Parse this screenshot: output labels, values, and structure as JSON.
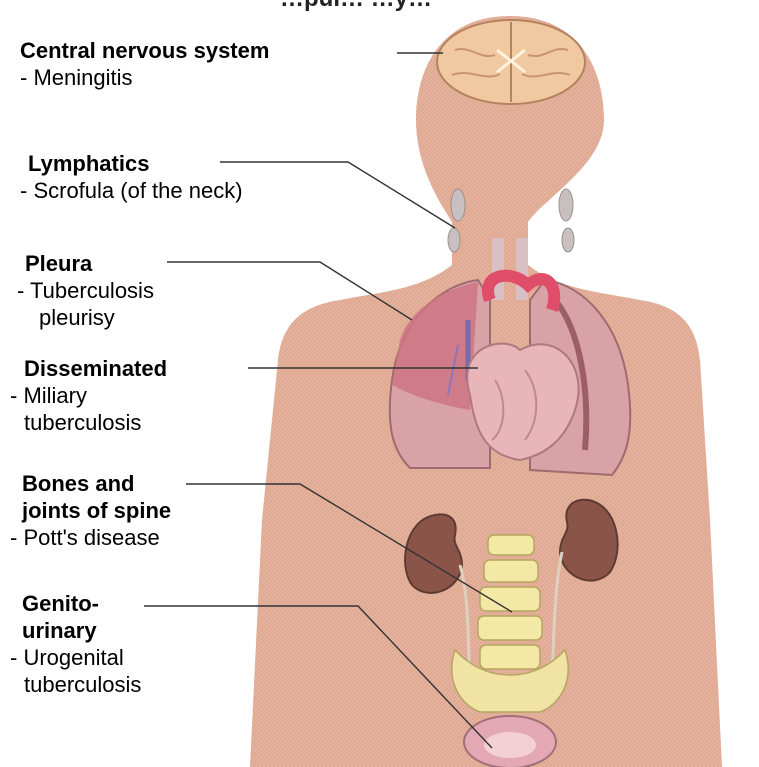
{
  "figure": {
    "title_partial": "…pul… …y…",
    "colors": {
      "background": "#ffffff",
      "body": "#e5b19b",
      "brain": "#f0c9a0",
      "lungs": "#d9a2a6",
      "pleura": "#cd7482",
      "heart": "#e8b6b8",
      "vessels": "#e04d68",
      "kidney": "#8a5548",
      "spine": "#f4e8a6",
      "pelvis": "#f1e3a3",
      "bladder": "#e3a8b4",
      "leader_line": "#333333"
    },
    "labels": [
      {
        "id": "cns",
        "title": "Central nervous system",
        "lines": [
          "- Meningitis"
        ]
      },
      {
        "id": "lymph",
        "title": "Lymphatics",
        "lines": [
          "- Scrofula (of the neck)"
        ]
      },
      {
        "id": "pleura",
        "title": "Pleura",
        "lines": [
          "- Tuberculosis",
          "pleurisy"
        ]
      },
      {
        "id": "dissem",
        "title": "Disseminated",
        "lines": [
          "- Miliary",
          "tuberculosis"
        ]
      },
      {
        "id": "bones",
        "title_lines": [
          "Bones and",
          "joints of spine"
        ],
        "lines": [
          "- Pott's disease"
        ]
      },
      {
        "id": "genito",
        "title_lines": [
          "Genito-",
          "urinary"
        ],
        "lines": [
          "- Urogenital",
          "tuberculosis"
        ]
      }
    ]
  }
}
